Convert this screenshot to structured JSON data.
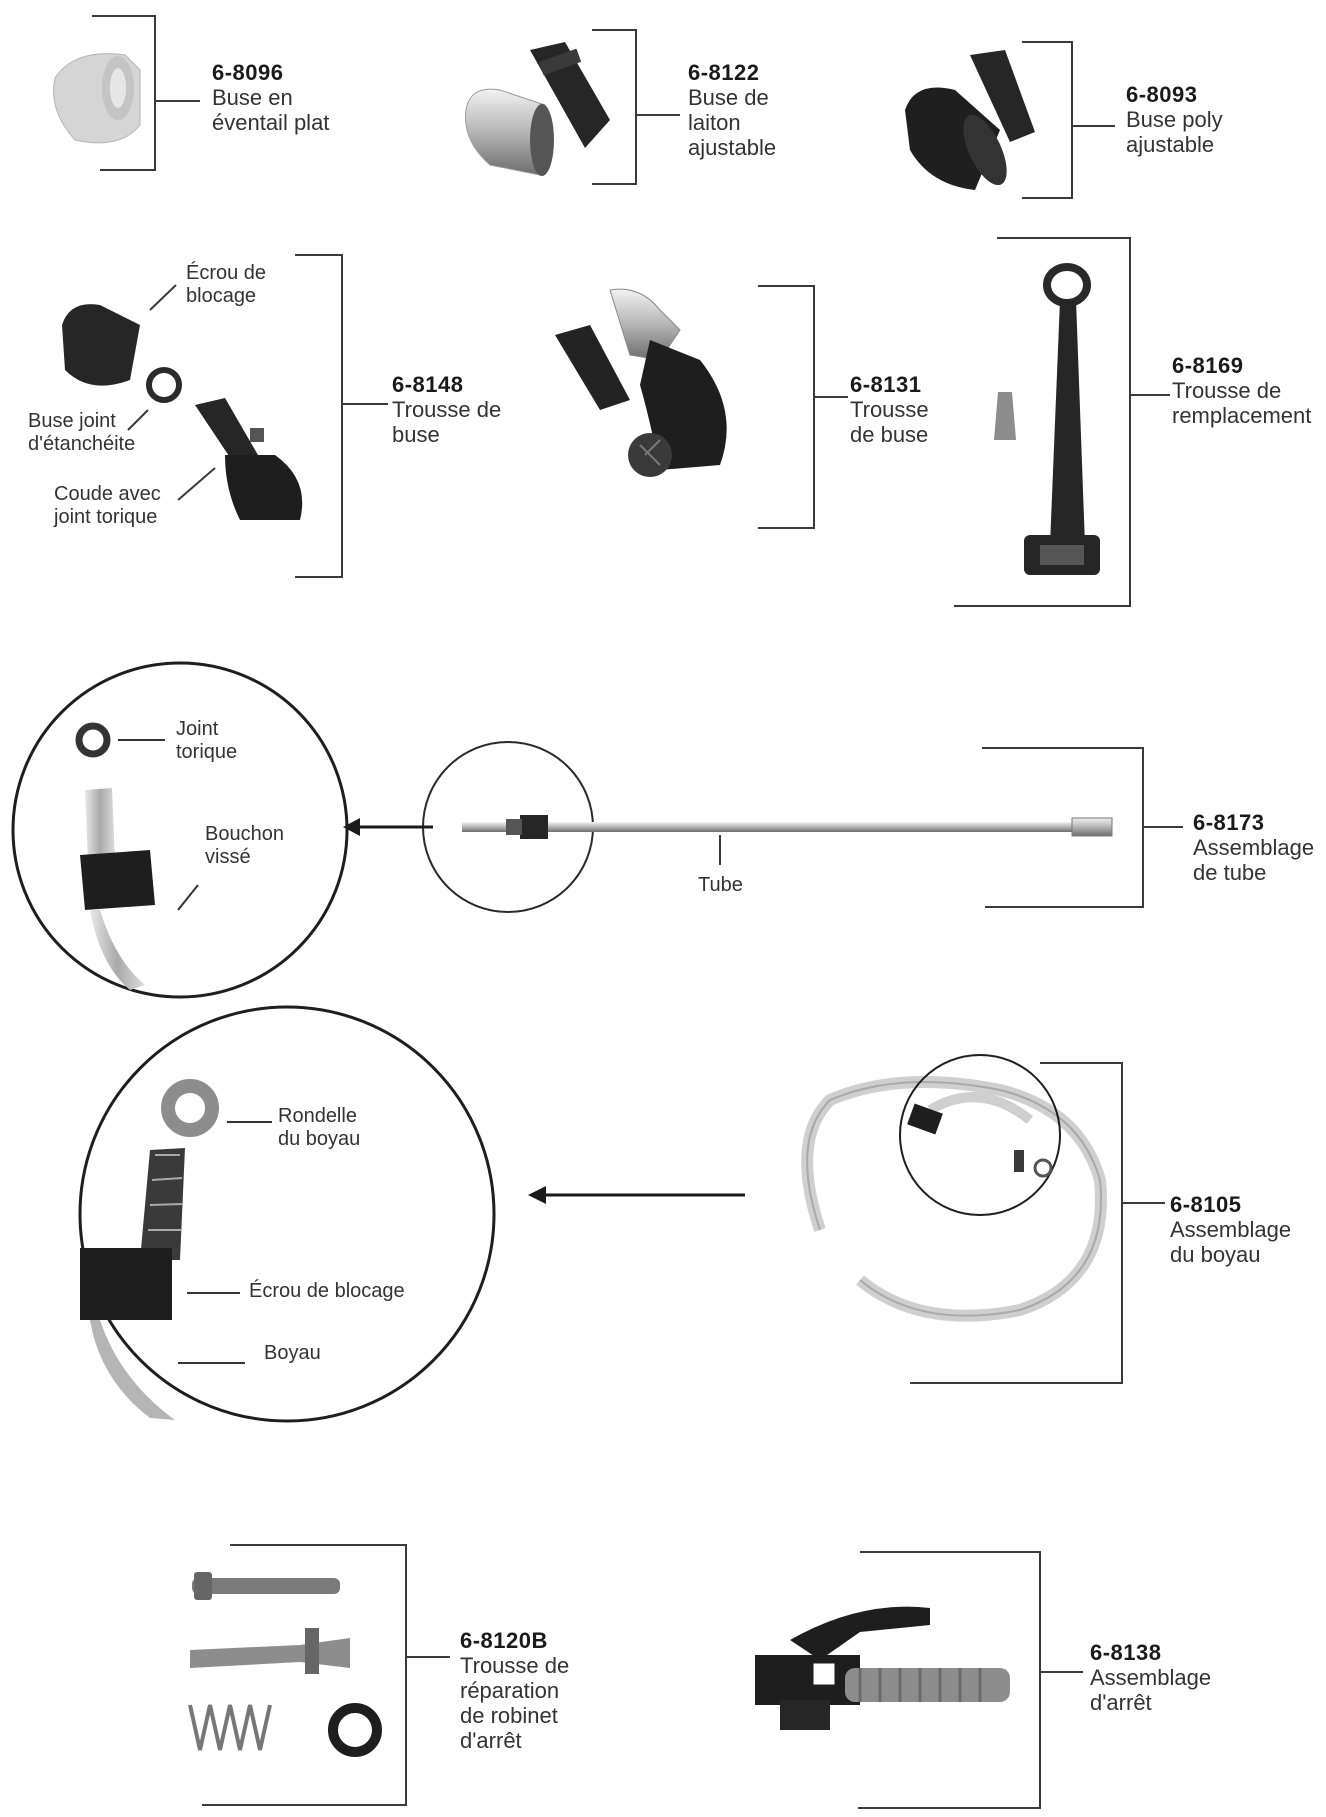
{
  "parts": [
    {
      "id": "6-8096",
      "lines": [
        "Buse en",
        "éventail plat"
      ]
    },
    {
      "id": "6-8122",
      "lines": [
        "Buse de",
        "laiton",
        "ajustable"
      ]
    },
    {
      "id": "6-8093",
      "lines": [
        "Buse poly",
        "ajustable"
      ]
    },
    {
      "id": "6-8148",
      "lines": [
        "Trousse de",
        "buse"
      ]
    },
    {
      "id": "6-8131",
      "lines": [
        "Trousse",
        "de buse"
      ]
    },
    {
      "id": "6-8169",
      "lines": [
        "Trousse de",
        "remplacement"
      ]
    },
    {
      "id": "6-8173",
      "lines": [
        "Assemblage",
        "de tube"
      ]
    },
    {
      "id": "6-8105",
      "lines": [
        "Assemblage",
        "du boyau"
      ]
    },
    {
      "id": "6-8120B",
      "lines": [
        "Trousse de",
        "réparation",
        "de robinet",
        "d'arrêt"
      ]
    },
    {
      "id": "6-8138",
      "lines": [
        "Assemblage",
        "d'arrêt"
      ]
    }
  ],
  "callouts": {
    "ecrou_blocage_1": [
      "Écrou de",
      "blocage"
    ],
    "buse_joint": [
      "Buse joint",
      "d'étanchéite"
    ],
    "coude": [
      "Coude avec",
      "joint torique"
    ],
    "joint_torique": [
      "Joint",
      "torique"
    ],
    "bouchon": [
      "Bouchon",
      "vissé"
    ],
    "tube": "Tube",
    "rondelle": [
      "Rondelle",
      "du boyau"
    ],
    "ecrou_blocage_2": "Écrou de blocage",
    "boyau": "Boyau"
  },
  "colors": {
    "line": "#3a3a3a",
    "part_dark": "#262626",
    "part_gray": "#8d8d8d",
    "part_light": "#cfcfcf"
  },
  "icons": [
    "flat-fan-nozzle-icon",
    "brass-nozzle-icon",
    "poly-nozzle-icon",
    "nozzle-kit-icon",
    "elbow-kit-icon",
    "wrench-kit-icon",
    "wand-tube-icon",
    "hose-assembly-icon",
    "valve-repair-kit-icon",
    "shutoff-handle-icon"
  ]
}
